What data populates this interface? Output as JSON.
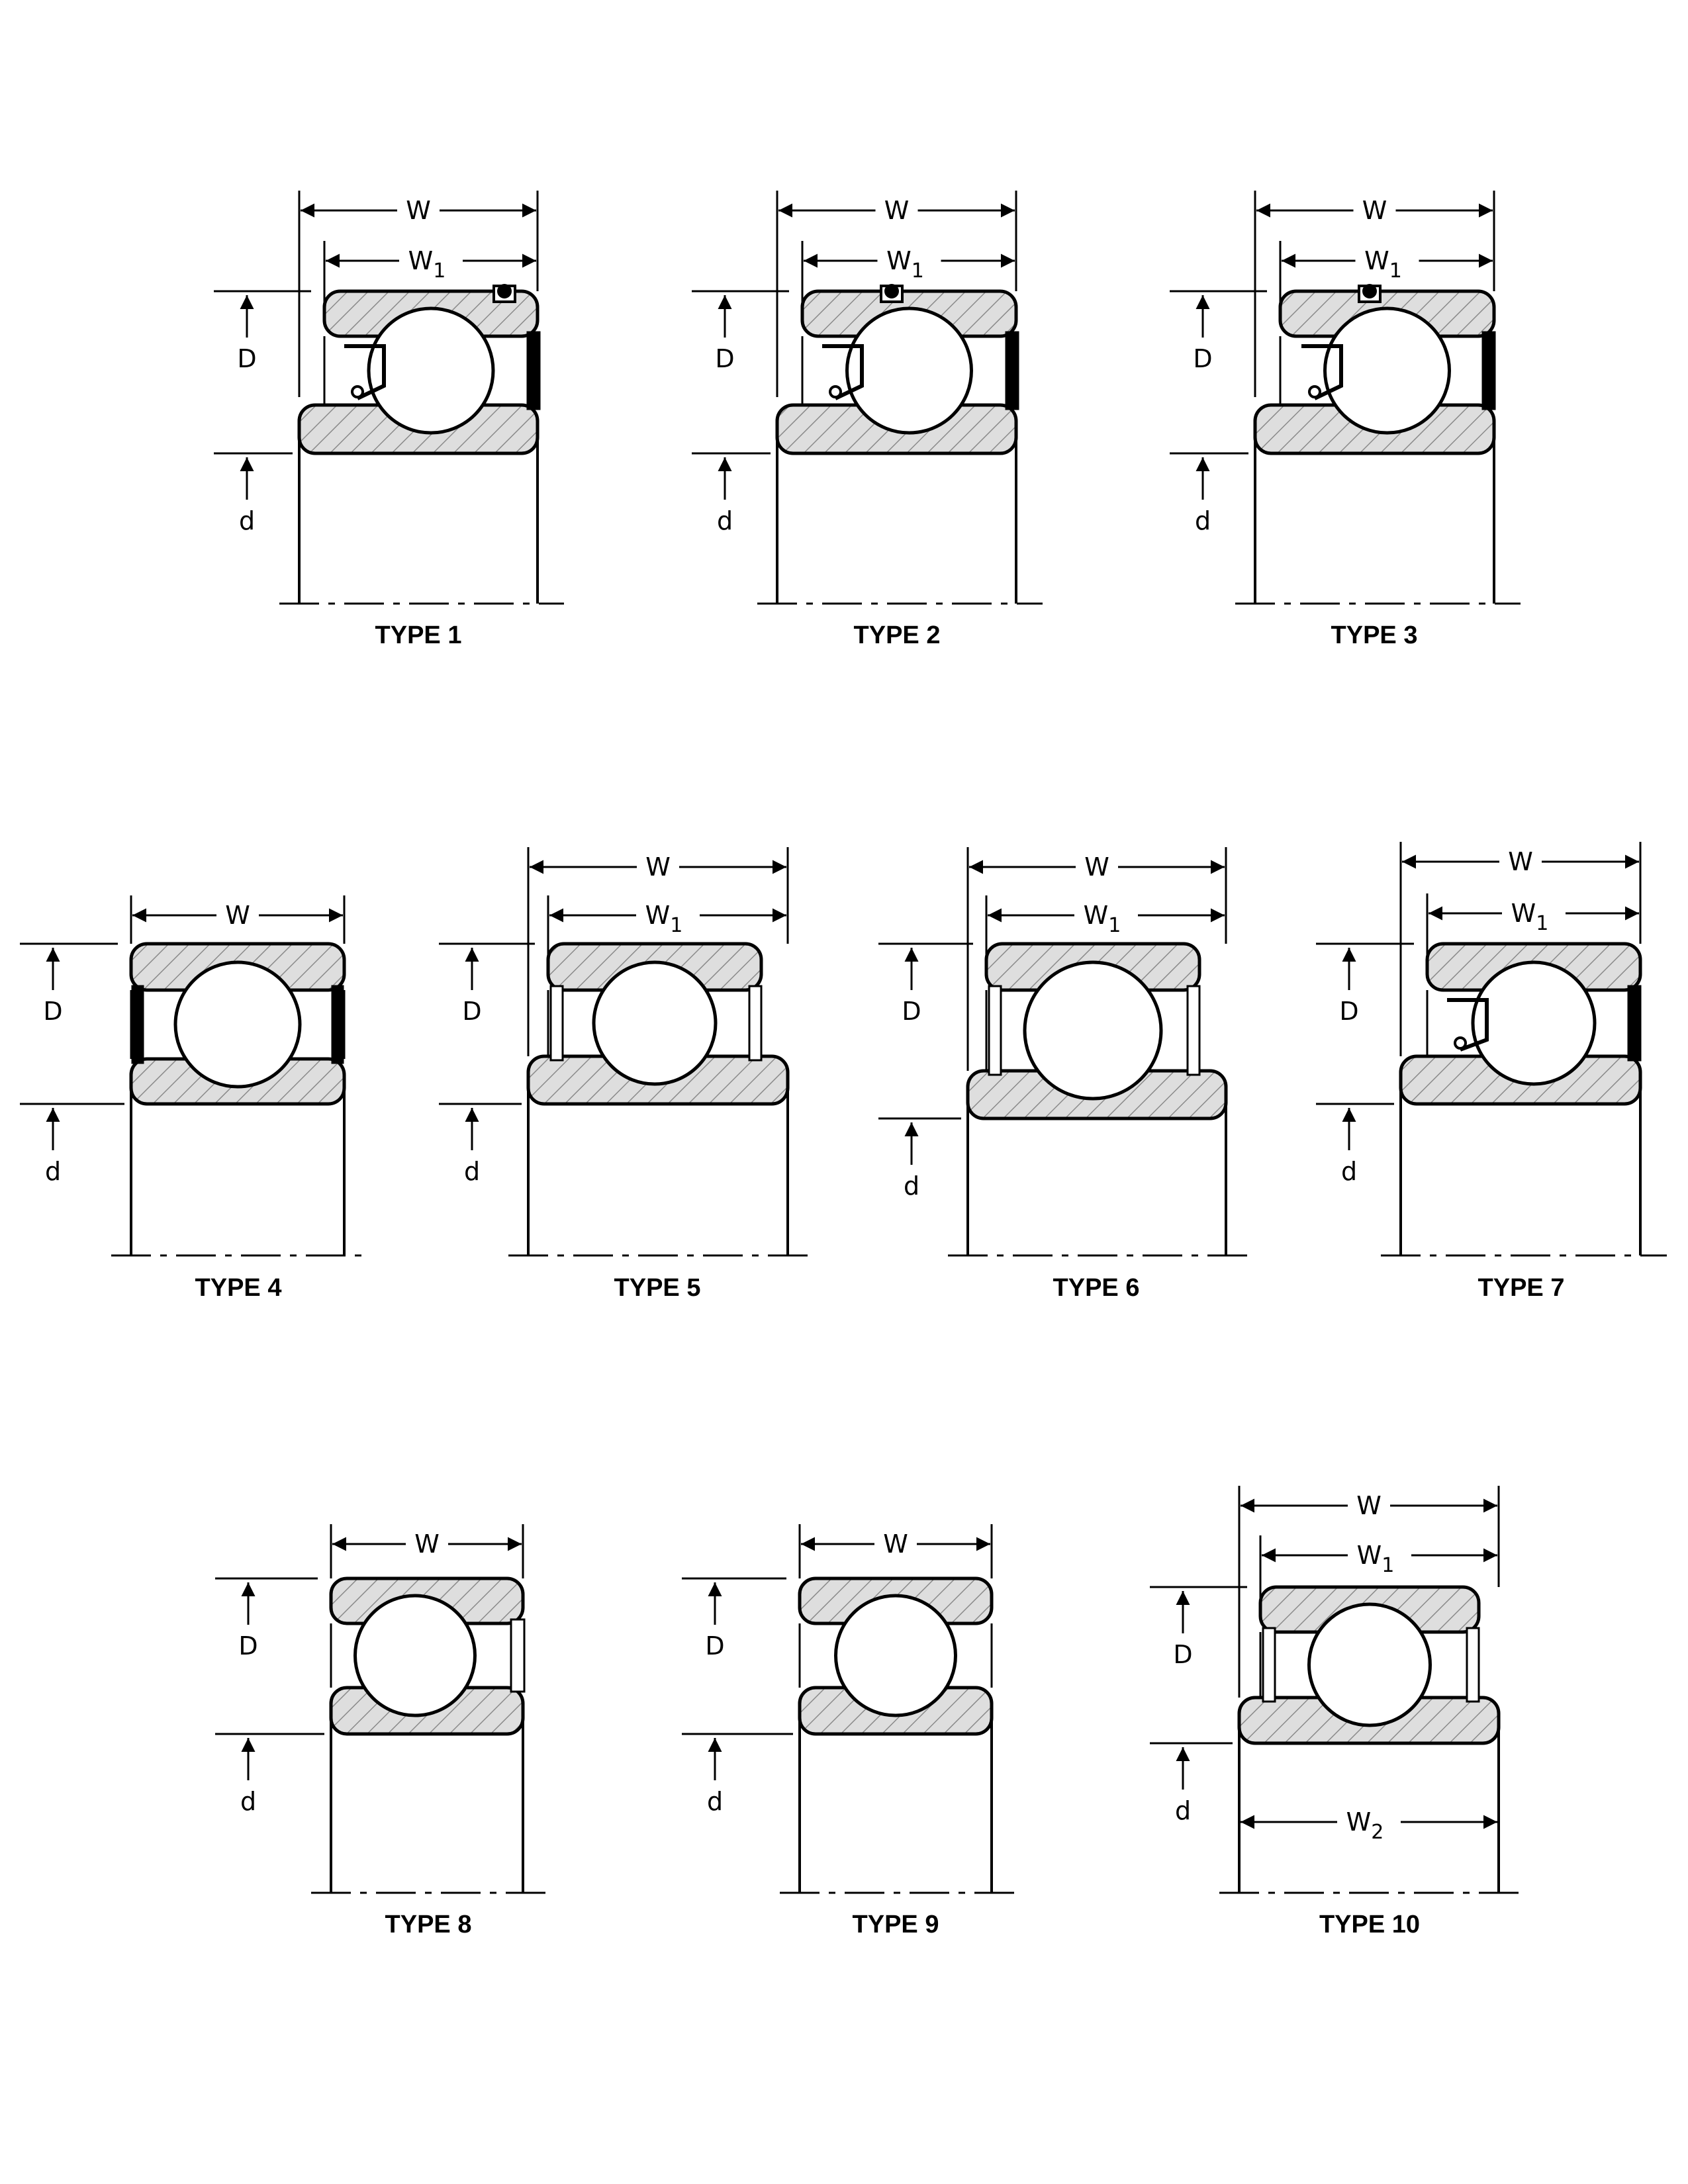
{
  "labels": {
    "width": "W",
    "width_1_base": "W",
    "width_1_sub": "1",
    "width_2_base": "W",
    "width_2_sub": "2",
    "outer_diameter": "D",
    "bore": "d"
  },
  "types": [
    {
      "label": "TYPE 1",
      "dims": [
        "W",
        "W1",
        "D",
        "d"
      ]
    },
    {
      "label": "TYPE 2",
      "dims": [
        "W",
        "W1",
        "D",
        "d"
      ]
    },
    {
      "label": "TYPE 3",
      "dims": [
        "W",
        "W1",
        "D",
        "d"
      ]
    },
    {
      "label": "TYPE 4",
      "dims": [
        "W",
        "D",
        "d"
      ]
    },
    {
      "label": "TYPE 5",
      "dims": [
        "W",
        "W1",
        "D",
        "d"
      ]
    },
    {
      "label": "TYPE 6",
      "dims": [
        "W",
        "W1",
        "D",
        "d"
      ]
    },
    {
      "label": "TYPE 7",
      "dims": [
        "W",
        "W1",
        "D",
        "d"
      ]
    },
    {
      "label": "TYPE 8",
      "dims": [
        "W",
        "D",
        "d"
      ]
    },
    {
      "label": "TYPE 9",
      "dims": [
        "W",
        "D",
        "d"
      ]
    },
    {
      "label": "TYPE 10",
      "dims": [
        "W",
        "W1",
        "W2",
        "D",
        "d"
      ]
    }
  ],
  "colors": {
    "line": "#000000",
    "ring_fill": "#d9d9d9",
    "hatch": "#8a8a8a",
    "background": "#ffffff"
  }
}
